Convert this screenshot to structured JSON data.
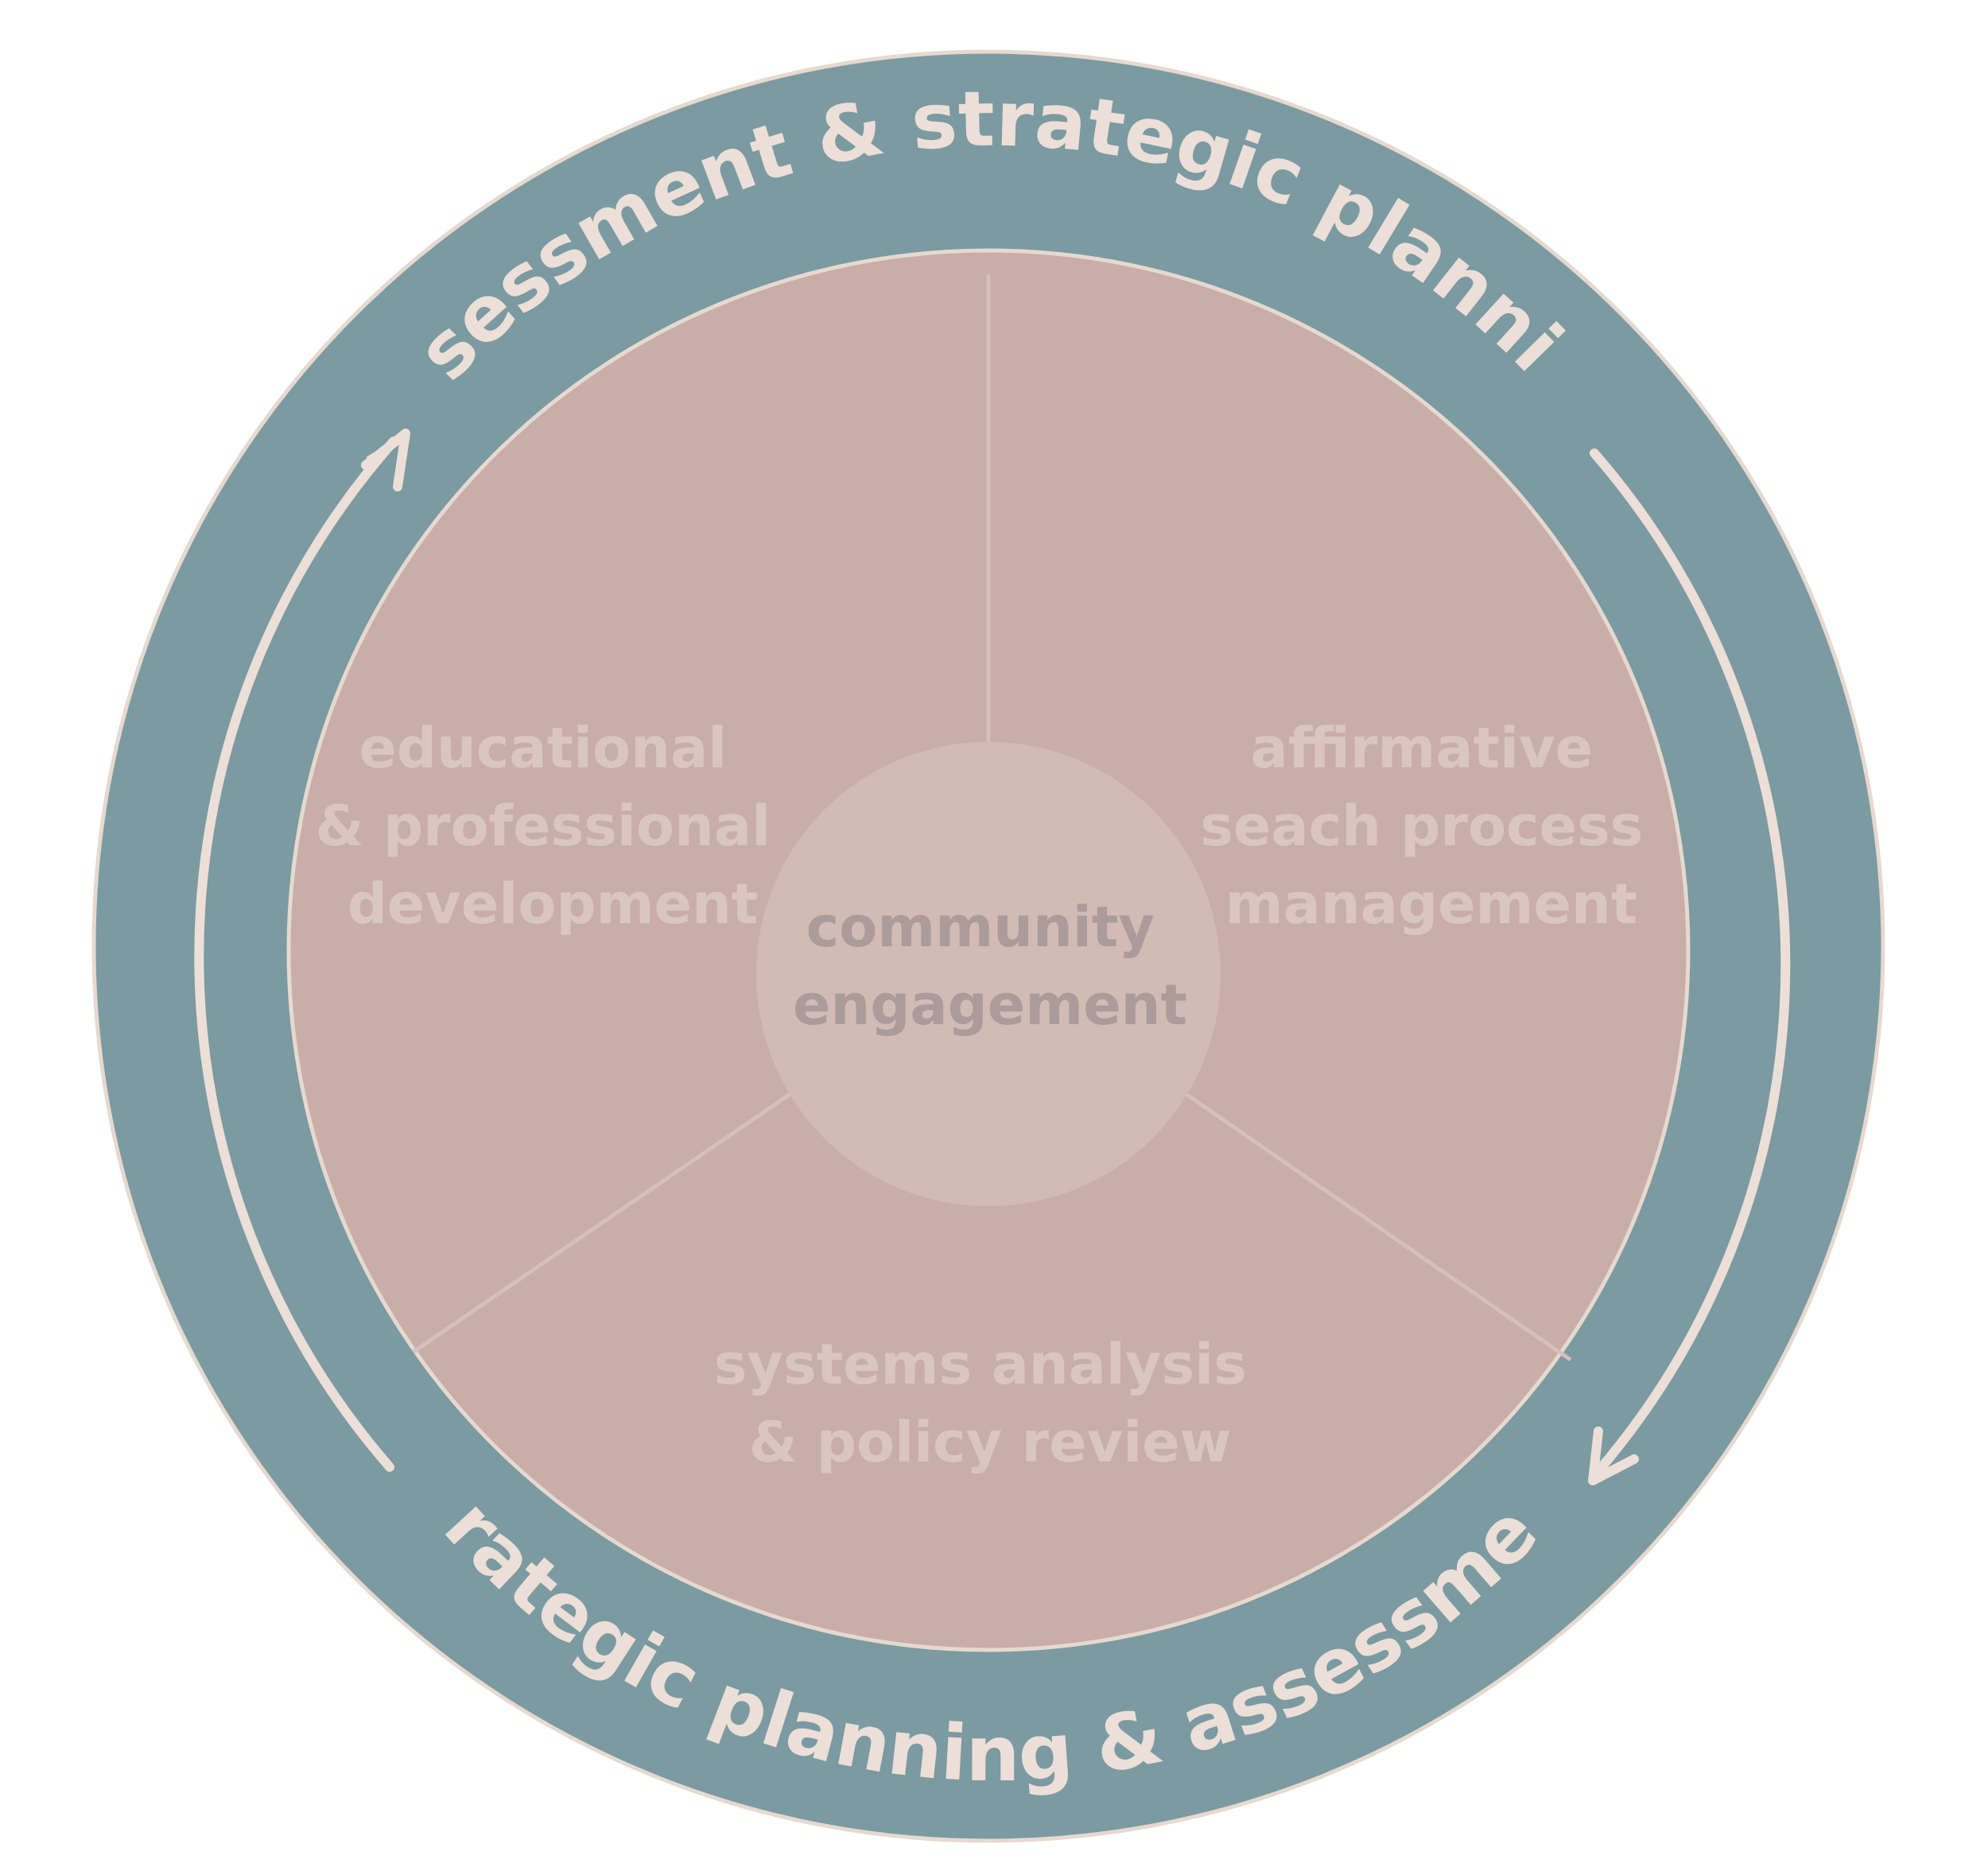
{
  "diagram": {
    "outer_ring": {
      "top_label": "assessment & strategic planning",
      "bottom_label": "strategic planning & assessment"
    },
    "segments": [
      {
        "lines": [
          "educational",
          "& professional",
          "development"
        ]
      },
      {
        "lines": [
          "affirmative",
          "seach process",
          "management"
        ]
      },
      {
        "lines": [
          "systems analysis",
          "& policy review"
        ]
      }
    ],
    "center": {
      "lines": [
        "community",
        "engagement"
      ]
    }
  },
  "colors": {
    "ring": "#7b9aa1",
    "ring_stroke": "#e6d9cf",
    "inner_fill": "#c9ada8",
    "center_fill": "#d2bbb5",
    "outline": "#e6d9cf",
    "segment_text": "#d9c6c1",
    "center_text": "#ab9b9a",
    "ring_text": "#ecdfd7",
    "arrow": "#ecdfd7"
  }
}
